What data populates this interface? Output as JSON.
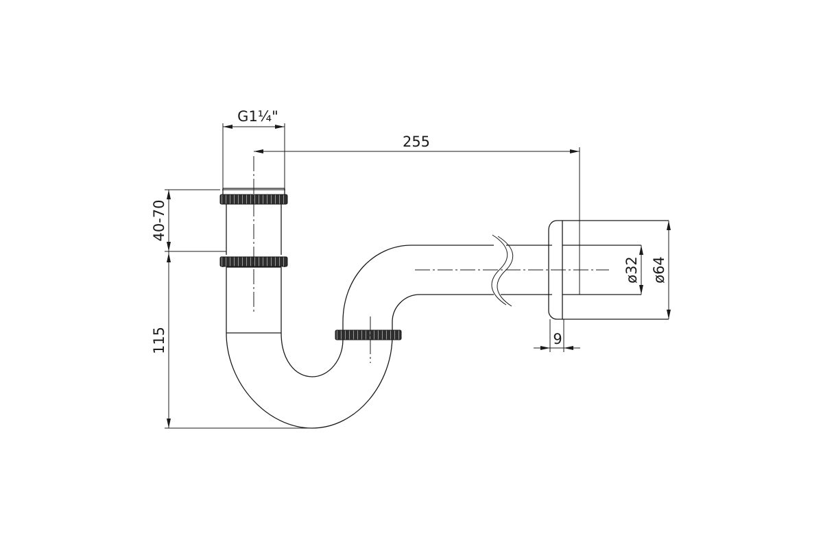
{
  "dimensions": {
    "thread": "G1¼\"",
    "offset": "255",
    "height_adjust": "40-70",
    "depth": "115",
    "pipe_diameter": "ø32",
    "rosette_diameter": "ø64",
    "rosette_thickness": "9"
  }
}
